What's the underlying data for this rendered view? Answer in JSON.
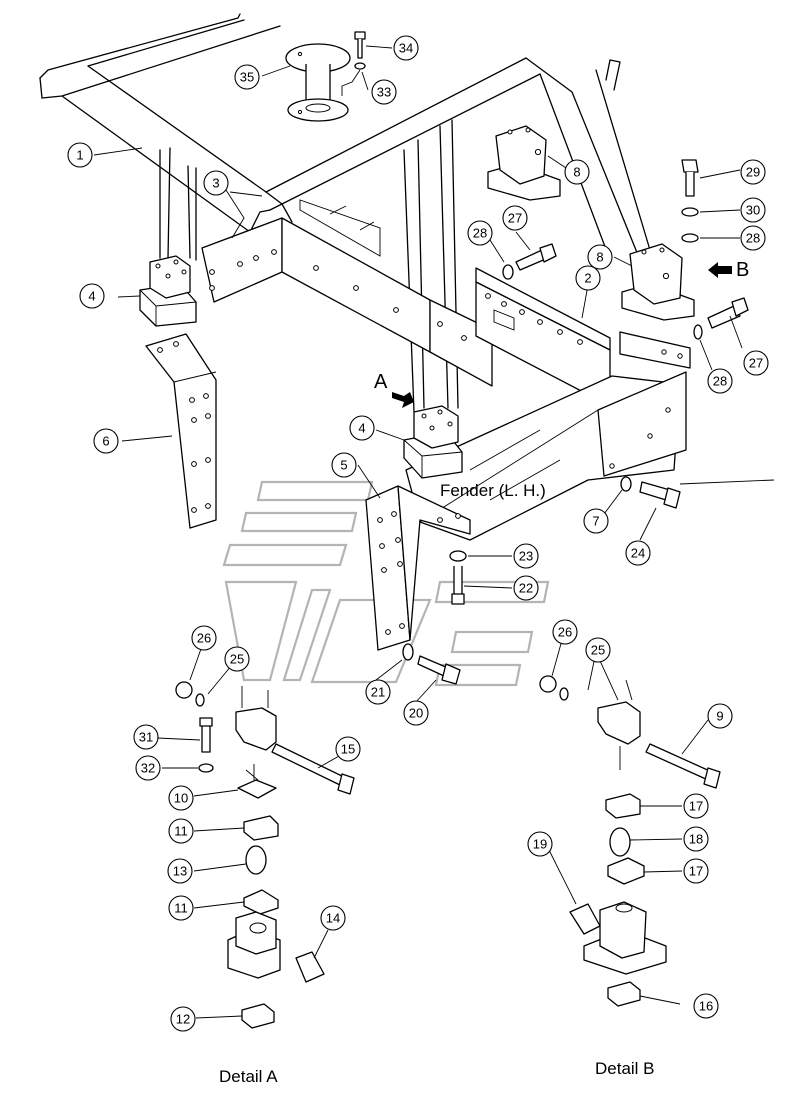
{
  "captions": {
    "fender": "Fender (L. H.)",
    "detail_a": "Detail A",
    "detail_b": "Detail B"
  },
  "view_markers": {
    "a": "A",
    "b": "B"
  },
  "callouts": [
    {
      "id": "c1",
      "label": "1"
    },
    {
      "id": "c2",
      "label": "2"
    },
    {
      "id": "c3",
      "label": "3"
    },
    {
      "id": "c4a",
      "label": "4"
    },
    {
      "id": "c4b",
      "label": "4"
    },
    {
      "id": "c5",
      "label": "5"
    },
    {
      "id": "c6",
      "label": "6"
    },
    {
      "id": "c7",
      "label": "7"
    },
    {
      "id": "c8a",
      "label": "8"
    },
    {
      "id": "c8b",
      "label": "8"
    },
    {
      "id": "c9",
      "label": "9"
    },
    {
      "id": "c10",
      "label": "10"
    },
    {
      "id": "c11a",
      "label": "11"
    },
    {
      "id": "c11b",
      "label": "11"
    },
    {
      "id": "c12",
      "label": "12"
    },
    {
      "id": "c13",
      "label": "13"
    },
    {
      "id": "c14",
      "label": "14"
    },
    {
      "id": "c15",
      "label": "15"
    },
    {
      "id": "c16",
      "label": "16"
    },
    {
      "id": "c17a",
      "label": "17"
    },
    {
      "id": "c17b",
      "label": "17"
    },
    {
      "id": "c18",
      "label": "18"
    },
    {
      "id": "c19",
      "label": "19"
    },
    {
      "id": "c20",
      "label": "20"
    },
    {
      "id": "c21",
      "label": "21"
    },
    {
      "id": "c22",
      "label": "22"
    },
    {
      "id": "c23",
      "label": "23"
    },
    {
      "id": "c24",
      "label": "24"
    },
    {
      "id": "c25a",
      "label": "25"
    },
    {
      "id": "c25b",
      "label": "25"
    },
    {
      "id": "c26a",
      "label": "26"
    },
    {
      "id": "c26b",
      "label": "26"
    },
    {
      "id": "c27a",
      "label": "27"
    },
    {
      "id": "c27b",
      "label": "27"
    },
    {
      "id": "c28a",
      "label": "28"
    },
    {
      "id": "c28b",
      "label": "28"
    },
    {
      "id": "c28c",
      "label": "28"
    },
    {
      "id": "c29",
      "label": "29"
    },
    {
      "id": "c30",
      "label": "30"
    },
    {
      "id": "c31",
      "label": "31"
    },
    {
      "id": "c32",
      "label": "32"
    },
    {
      "id": "c33",
      "label": "33"
    },
    {
      "id": "c34",
      "label": "34"
    },
    {
      "id": "c35",
      "label": "35"
    }
  ]
}
